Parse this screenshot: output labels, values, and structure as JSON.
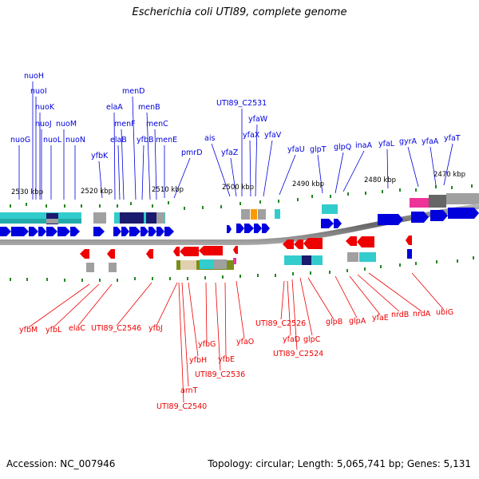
{
  "title": "Escherichia coli UTI89, complete genome",
  "footer": {
    "accession": "Accession: NC_007946",
    "summary": "Topology: circular; Length: 5,065,741 bp; Genes: 5,131"
  },
  "colors": {
    "forward_gene": "#0000dd",
    "reverse_gene": "#ee0000",
    "cyan": "#33cccc",
    "gray": "#a0a0a0",
    "navy": "#1a1a6e",
    "olive": "#7a8f1a",
    "orange": "#ff9900",
    "magenta": "#ee3399",
    "tick": "#228822"
  },
  "scale_labels": [
    "2530 kbp",
    "2520 kbp",
    "2510 kbp",
    "2500 kbp",
    "2490 kbp",
    "2480 kbp",
    "2470 kbp"
  ],
  "forward_labels": [
    "nuoH",
    "nuoI",
    "nuoK",
    "nuoJ",
    "nuoM",
    "nuoG",
    "nuoL",
    "nuoN",
    "yfbK",
    "elaA",
    "menD",
    "menB",
    "menF",
    "menC",
    "elaB",
    "yfbB",
    "menE",
    "pmrD",
    "ais",
    "UTI89_C2531",
    "yfaW",
    "yfaX",
    "yfaV",
    "yfaZ",
    "yfaU",
    "glpT",
    "glpQ",
    "inaA",
    "yfaL",
    "gyrA",
    "yfaA",
    "yfaT"
  ],
  "reverse_labels": [
    "yfbM",
    "yfbL",
    "elaC",
    "UTI89_C2546",
    "yfbJ",
    "arnT",
    "UTI89_C2540",
    "yfbH",
    "yfbG",
    "UTI89_C2536",
    "yfbE",
    "yfaO",
    "UTI89_C2526",
    "yfaD",
    "UTI89_C2524",
    "glpC",
    "glpB",
    "glpA",
    "yfaE",
    "nrdB",
    "nrdA",
    "ubiG"
  ]
}
